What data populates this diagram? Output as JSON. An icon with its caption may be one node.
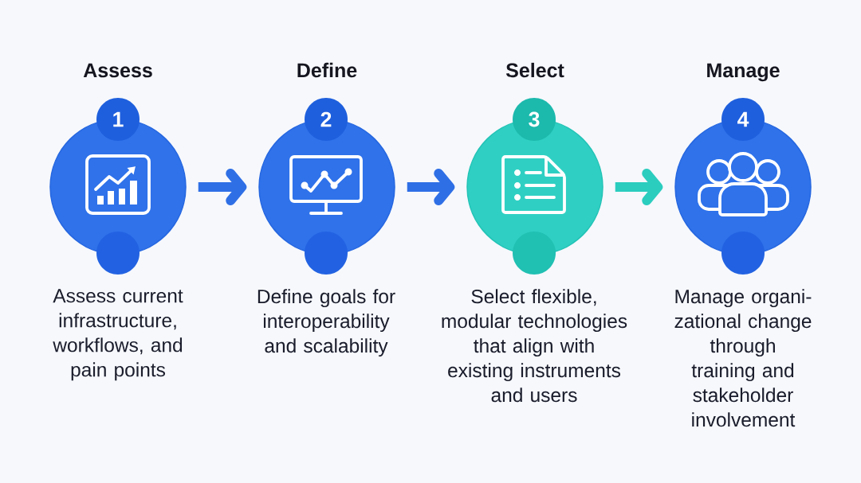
{
  "diagram": {
    "nodes": [
      {
        "text": [
          "Assess"
        ]
      },
      {
        "text": [
          "1"
        ]
      },
      {
        "text": [],
        "shape": "circle",
        "beside": [
          "Assess current infrastructure, workflows, and pain points"
        ]
      },
      {
        "text": [
          "Define"
        ]
      },
      {
        "text": [
          "2"
        ]
      },
      {
        "text": [],
        "shape": "circle",
        "beside": [
          "Define goals for interoperability and scalability"
        ]
      },
      {
        "text": [
          "Select"
        ]
      },
      {
        "text": [
          "3"
        ]
      },
      {
        "text": [],
        "shape": "circle",
        "beside": [
          "Select flexible, modular technologies that align with existing instruments and users"
        ]
      },
      {
        "text": [
          "Manage"
        ]
      },
      {
        "text": [
          "4"
        ]
      },
      {
        "text": [],
        "shape": "circle",
        "beside": [
          "Manage organi- zational change through training and stakeholder involvement"
        ]
      }
    ],
    "edges": [
      {
        "from": 0,
        "to": 3,
        "arrow": "to"
      },
      {
        "from": 3,
        "to": 6,
        "arrow": "to"
      },
      {
        "from": 6,
        "to": 9,
        "arrow": "to",
        "color": "#2bcdbf"
      }
    ]
  }
}
